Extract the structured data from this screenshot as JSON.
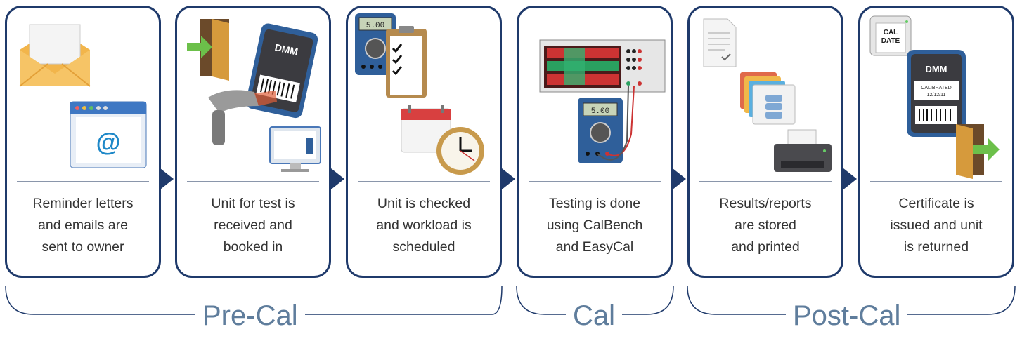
{
  "steps": [
    {
      "lines": [
        "Reminder letters",
        "and emails are",
        "sent to owner"
      ]
    },
    {
      "lines": [
        "Unit for test is",
        "received and",
        "booked in"
      ]
    },
    {
      "lines": [
        "Unit is checked",
        "and workload is",
        "scheduled"
      ]
    },
    {
      "lines": [
        "Testing is done",
        "using CalBench",
        "and EasyCal"
      ]
    },
    {
      "lines": [
        "Results/reports",
        "are stored",
        "and printed"
      ]
    },
    {
      "lines": [
        "Certificate is",
        "issued and unit",
        "is returned"
      ]
    }
  ],
  "phases": {
    "pre": "Pre-Cal",
    "cal": "Cal",
    "post": "Post-Cal"
  },
  "art_text": {
    "dmm": "DMM",
    "display": "5.00",
    "cal_date_1": "CAL",
    "cal_date_2": "DATE",
    "calibrated": "CALIBRATED",
    "calibrated_date": "12/12/11",
    "at": "@"
  },
  "colors": {
    "border": "#1f3a6b",
    "phase_text": "#5f7d9c",
    "caption": "#333333"
  }
}
